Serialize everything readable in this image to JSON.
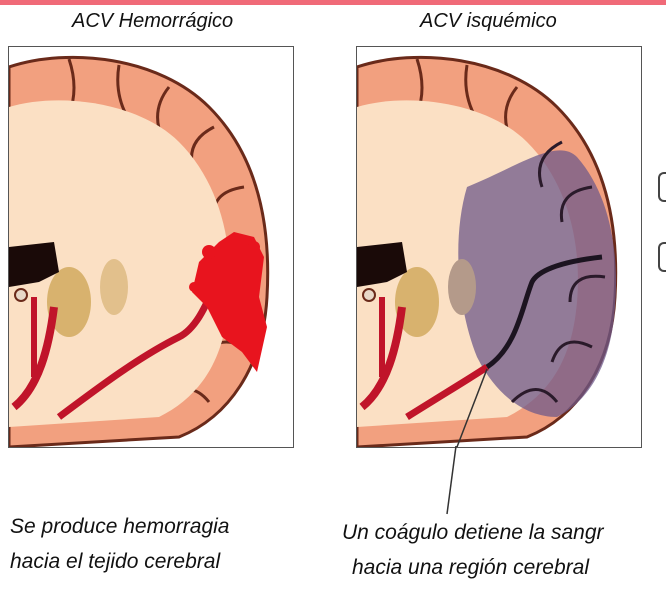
{
  "left_panel": {
    "title": "ACV Hemorrágico",
    "caption_line1": "Se produce hemorragia",
    "caption_line2": "hacia el tejido cerebral"
  },
  "right_panel": {
    "title": "ACV isquémico",
    "caption_line1": "Un coágulo detiene la sangr",
    "caption_line2": "hacia una región cerebral"
  },
  "colors": {
    "accent_bar": "#f06a78",
    "brain_outer": "#f2a07f",
    "brain_inner": "#fbe0c4",
    "hemorrhage": "#e8141e",
    "ischemia": "#6f5a8a"
  }
}
